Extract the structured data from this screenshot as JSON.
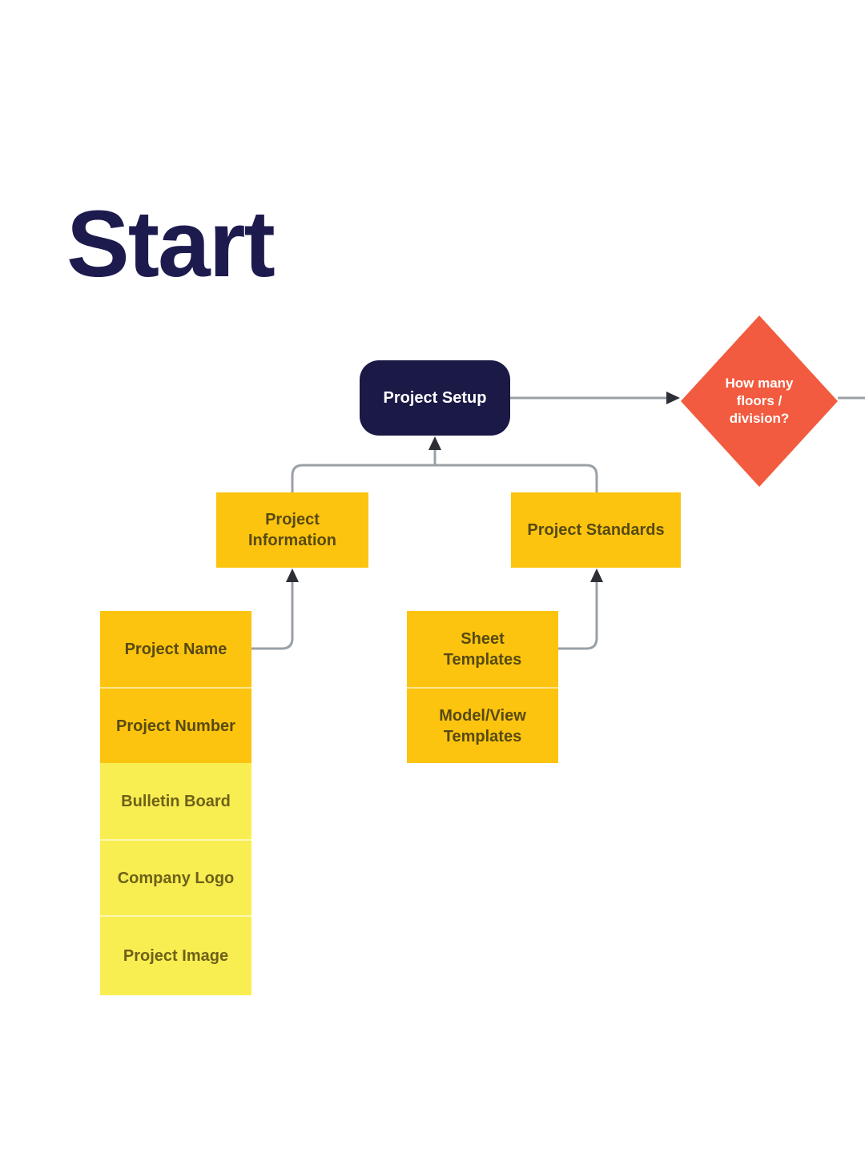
{
  "page": {
    "title": "Start"
  },
  "palette": {
    "navy": "#1B1946",
    "gold": "#FCC40E",
    "light_yellow": "#F8EE52",
    "orange": "#F25B3F",
    "connector_line": "#9AA0A6",
    "arrowhead": "#2E2E36",
    "title_text": "#1D1B4E"
  },
  "nodes": {
    "project_setup": {
      "label": "Project Setup",
      "shape": "rounded-rectangle",
      "fill": "#1B1946"
    },
    "decision": {
      "label": "How many floors / division?",
      "shape": "diamond",
      "fill": "#F25B3F"
    },
    "project_information": {
      "label": "Project Information",
      "shape": "rectangle",
      "fill": "#FCC40E"
    },
    "project_standards": {
      "label": "Project Standards",
      "shape": "rectangle",
      "fill": "#FCC40E"
    },
    "project_name": {
      "label": "Project Name",
      "shape": "rectangle",
      "fill": "#FCC40E"
    },
    "project_number": {
      "label": "Project Number",
      "shape": "rectangle",
      "fill": "#FCC40E"
    },
    "bulletin_board": {
      "label": "Bulletin Board",
      "shape": "rectangle",
      "fill": "#F8EE52"
    },
    "company_logo": {
      "label": "Company Logo",
      "shape": "rectangle",
      "fill": "#F8EE52"
    },
    "project_image": {
      "label": "Project Image",
      "shape": "rectangle",
      "fill": "#F8EE52"
    },
    "sheet_templates": {
      "label": "Sheet Templates",
      "shape": "rectangle",
      "fill": "#FCC40E"
    },
    "model_view_templates": {
      "label": "Model/View Templates",
      "shape": "rectangle",
      "fill": "#FCC40E"
    }
  },
  "connectors": [
    {
      "from": "project_information",
      "to": "project_setup",
      "arrow": true
    },
    {
      "from": "project_standards",
      "to": "project_setup",
      "arrow": true
    },
    {
      "from": "project_name",
      "to": "project_information",
      "arrow": true
    },
    {
      "from": "sheet_templates",
      "to": "project_standards",
      "arrow": true
    },
    {
      "from": "project_setup",
      "to": "decision",
      "arrow": true
    },
    {
      "from": "decision",
      "to": "off-canvas-right",
      "arrow": false
    }
  ]
}
